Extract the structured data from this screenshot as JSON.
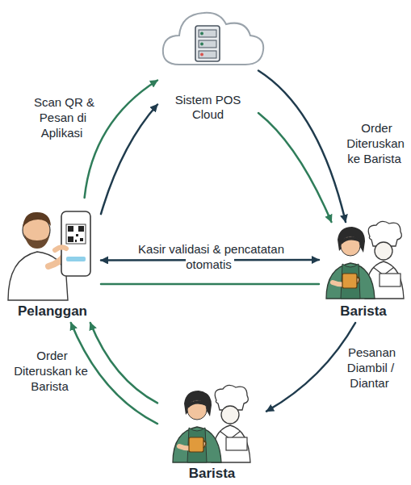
{
  "diagram": {
    "nodes": [
      {
        "text": [
          "Sistem POS Cloud"
        ]
      },
      {
        "text": [
          "Pelanggan"
        ]
      },
      {
        "text": [
          "Barista"
        ]
      },
      {
        "text": [
          "Barista"
        ]
      }
    ],
    "edges": [
      {
        "from": 1,
        "to": 0,
        "arrow": "to",
        "label": "Scan QR & Pesan di Aplikasi"
      },
      {
        "from": 1,
        "to": 0,
        "arrow": "to"
      },
      {
        "from": 0,
        "to": 2,
        "arrow": "to",
        "label": "Order Diteruskan ke Barista"
      },
      {
        "from": 0,
        "to": 2,
        "arrow": "to"
      },
      {
        "from": 1,
        "to": 2,
        "arrow": "both",
        "label": "Kasir validasi & pencatatan otomatis"
      },
      {
        "from": 1,
        "to": 2,
        "arrow": "none"
      },
      {
        "from": 2,
        "to": 3,
        "arrow": "to",
        "label": "Pesanan Diambil / Diantar"
      },
      {
        "from": 3,
        "to": 1,
        "arrow": "to",
        "label": "Order Diteruskan ke Barista"
      },
      {
        "from": 3,
        "to": 1,
        "arrow": "to"
      }
    ]
  }
}
